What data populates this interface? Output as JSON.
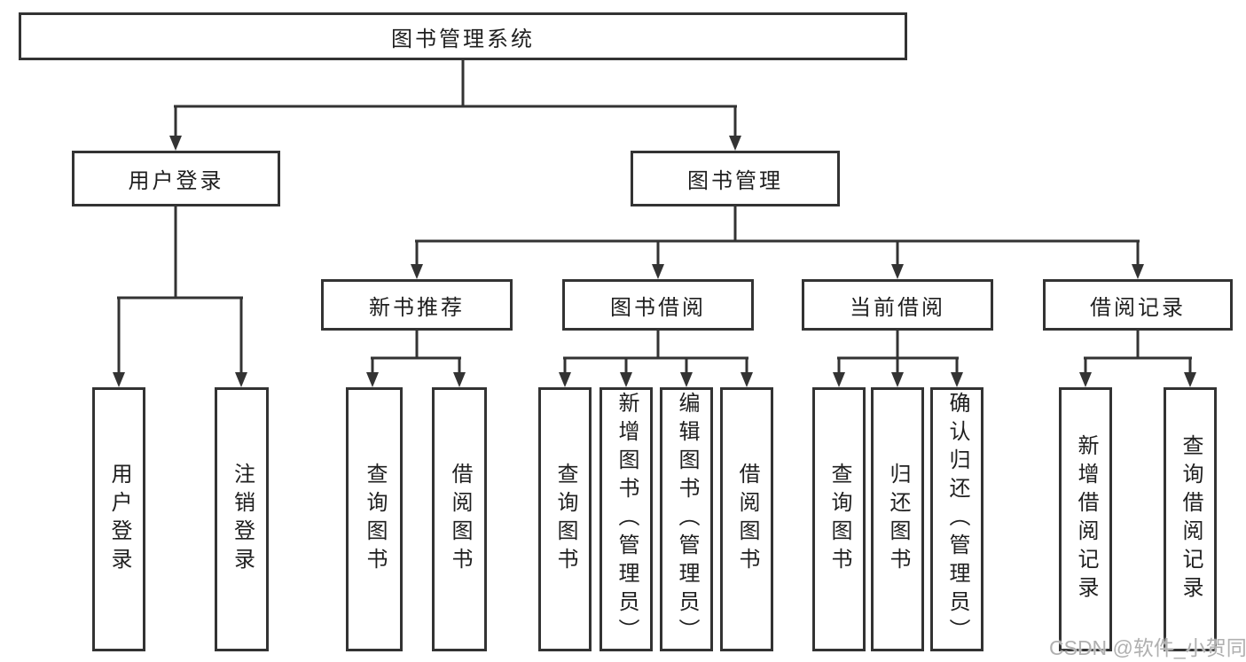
{
  "tree": {
    "root": {
      "label": "图书管理系统"
    },
    "branches": [
      {
        "label": "用户登录",
        "children": [
          {
            "label": "用户登录"
          },
          {
            "label": "注销登录"
          }
        ]
      },
      {
        "label": "图书管理",
        "children": [
          {
            "label": "新书推荐",
            "children": [
              {
                "label": "查询图书"
              },
              {
                "label": "借阅图书"
              }
            ]
          },
          {
            "label": "图书借阅",
            "children": [
              {
                "label": "查询图书"
              },
              {
                "label": "新增图书（管理员）"
              },
              {
                "label": "编辑图书（管理员）"
              },
              {
                "label": "借阅图书"
              }
            ]
          },
          {
            "label": "当前借阅",
            "children": [
              {
                "label": "查询图书"
              },
              {
                "label": "归还图书"
              },
              {
                "label": "确认归还（管理员）"
              }
            ]
          },
          {
            "label": "借阅记录",
            "children": [
              {
                "label": "新增借阅记录"
              },
              {
                "label": "查询借阅记录"
              }
            ]
          }
        ]
      }
    ]
  },
  "watermark": "CSDN @软件_小贺同学",
  "colors": {
    "line": "#333333",
    "box_border": "#333333",
    "text": "#1f1f1f",
    "background": "#ffffff",
    "watermark": "#b0b0b0"
  }
}
